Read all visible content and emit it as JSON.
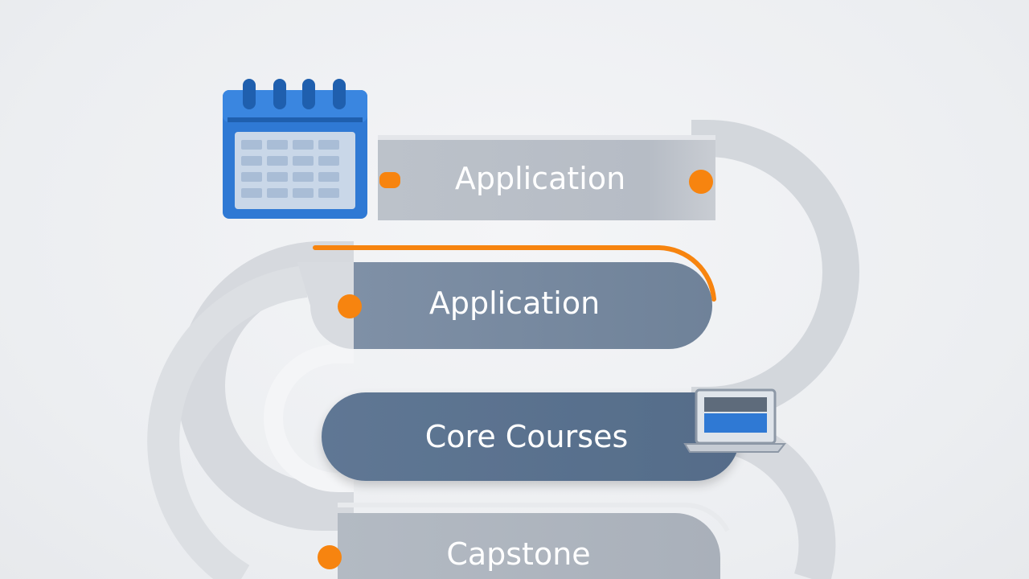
{
  "diagram": {
    "steps": [
      {
        "id": "step-1",
        "label": "Application"
      },
      {
        "id": "step-2",
        "label": "Application"
      },
      {
        "id": "step-3",
        "label": "Core Courses"
      },
      {
        "id": "step-4",
        "label": "Capstone"
      }
    ],
    "icons": {
      "top": "calendar-icon",
      "side": "laptop-icon"
    },
    "colors": {
      "background": "#eef0f2",
      "road_light": "#d2d6dc",
      "step_1": "#b9bfc7",
      "step_2": "#7a8ca3",
      "step_3": "#5b7391",
      "step_4": "#aeb5be",
      "accent": "#f7840f",
      "icon_blue": "#2f79d4"
    }
  }
}
